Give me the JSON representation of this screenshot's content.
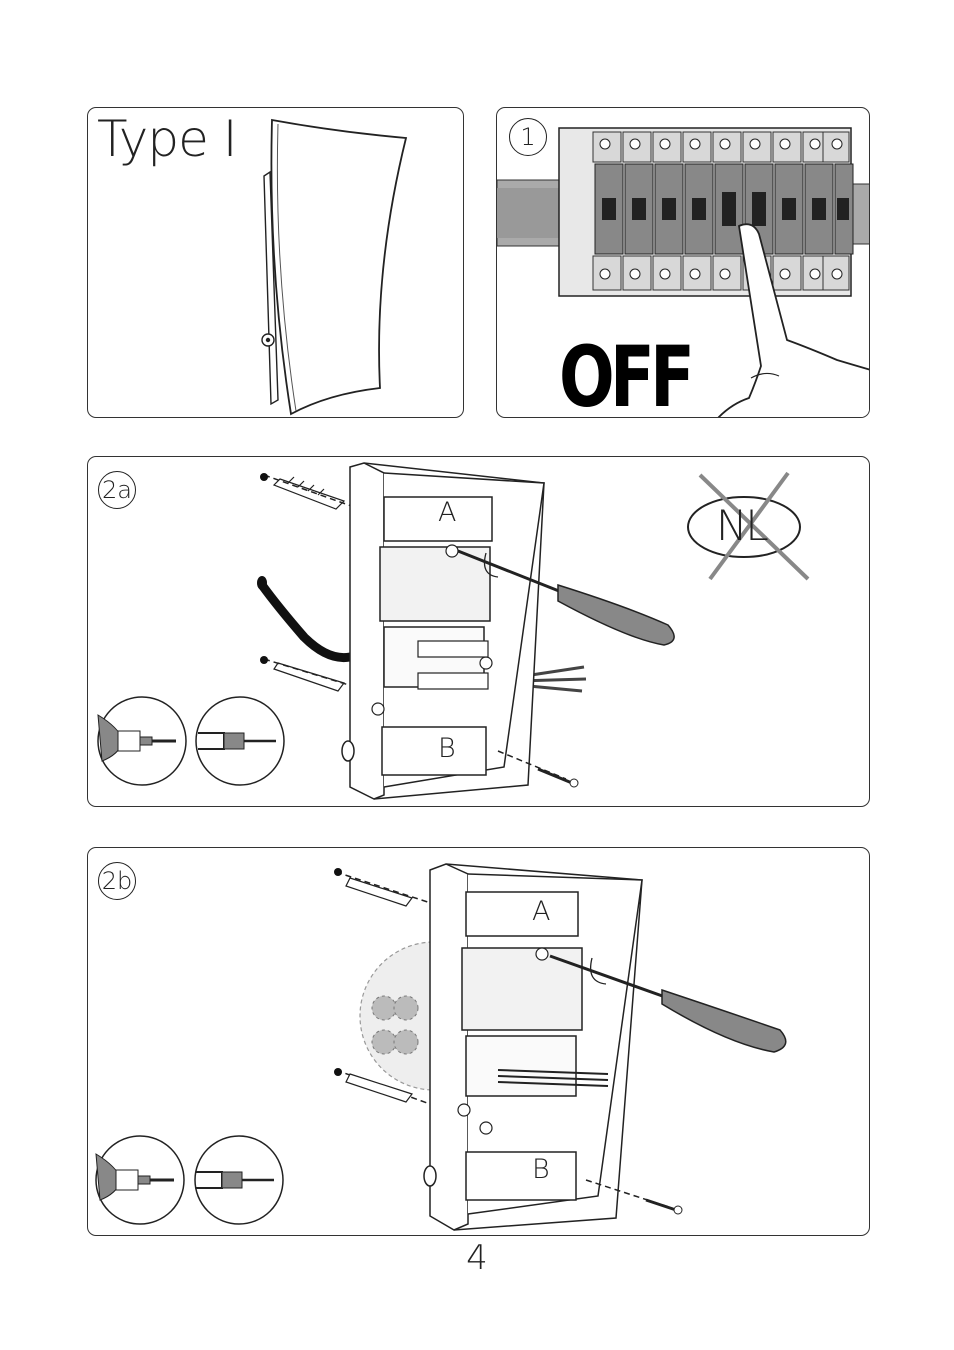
{
  "panels": {
    "type": {
      "title": "Type I"
    },
    "off": {
      "step": "1",
      "label": "OFF"
    },
    "step2a": {
      "step": "2a",
      "box_top": "A",
      "box_bottom": "B",
      "forbidden": "NL"
    },
    "step2b": {
      "step": "2b",
      "box_top": "A",
      "box_bottom": "B"
    }
  },
  "icons": [
    "drill-icon",
    "screwdriver-icon",
    "breaker-panel-icon",
    "finger-icon",
    "luminaire-icon",
    "mounting-box-icon",
    "dowel-icon",
    "screw-icon",
    "cable-icon"
  ],
  "page": {
    "number": "4"
  }
}
